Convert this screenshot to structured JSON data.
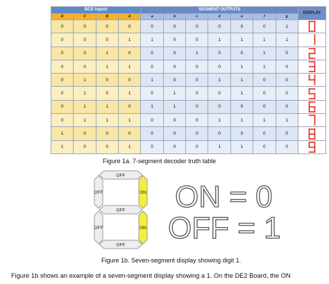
{
  "table": {
    "group_headers": {
      "bcd": "BCD inputs",
      "segments": "SEGMENT OUTPUTS",
      "display": "DISPLAY"
    },
    "input_columns": [
      "D",
      "C",
      "B",
      "A"
    ],
    "segment_columns": [
      "a",
      "b",
      "c",
      "d",
      "e",
      "f",
      "g"
    ],
    "rows": [
      {
        "inputs": [
          "0",
          "0",
          "0",
          "0"
        ],
        "segments": [
          "0",
          "0",
          "0",
          "0",
          "0",
          "0",
          "1"
        ],
        "display": "0"
      },
      {
        "inputs": [
          "0",
          "0",
          "0",
          "1"
        ],
        "segments": [
          "1",
          "0",
          "0",
          "1",
          "1",
          "1",
          "1"
        ],
        "display": "1"
      },
      {
        "inputs": [
          "0",
          "0",
          "1",
          "0"
        ],
        "segments": [
          "0",
          "0",
          "1",
          "0",
          "0",
          "1",
          "0"
        ],
        "display": "2"
      },
      {
        "inputs": [
          "0",
          "0",
          "1",
          "1"
        ],
        "segments": [
          "0",
          "0",
          "0",
          "0",
          "1",
          "1",
          "0"
        ],
        "display": "3"
      },
      {
        "inputs": [
          "0",
          "1",
          "0",
          "0"
        ],
        "segments": [
          "1",
          "0",
          "0",
          "1",
          "1",
          "0",
          "0"
        ],
        "display": "4"
      },
      {
        "inputs": [
          "0",
          "1",
          "0",
          "1"
        ],
        "segments": [
          "0",
          "1",
          "0",
          "0",
          "1",
          "0",
          "0"
        ],
        "display": "5"
      },
      {
        "inputs": [
          "0",
          "1",
          "1",
          "0"
        ],
        "segments": [
          "1",
          "1",
          "0",
          "0",
          "0",
          "0",
          "0"
        ],
        "display": "6"
      },
      {
        "inputs": [
          "0",
          "1",
          "1",
          "1"
        ],
        "segments": [
          "0",
          "0",
          "0",
          "1",
          "1",
          "1",
          "1"
        ],
        "display": "7"
      },
      {
        "inputs": [
          "1",
          "0",
          "0",
          "0"
        ],
        "segments": [
          "0",
          "0",
          "0",
          "0",
          "0",
          "0",
          "0"
        ],
        "display": "8"
      },
      {
        "inputs": [
          "1",
          "0",
          "0",
          "1"
        ],
        "segments": [
          "0",
          "0",
          "0",
          "1",
          "1",
          "0",
          "0"
        ],
        "display": "9"
      }
    ],
    "display_color": "#e8281e"
  },
  "figure_1a_caption": "Figure 1a. 7-segment decoder truth table",
  "seven_segment": {
    "labels": {
      "a": "OFF",
      "b": "ON",
      "c": "ON",
      "d": "OFF",
      "e": "OFF",
      "f": "OFF",
      "g": "OFF"
    },
    "on_color": "#f4ef3c",
    "off_color": "#eeeeee"
  },
  "legend": {
    "on_text": "ON = 0",
    "off_text": "OFF = 1"
  },
  "figure_1b_caption": "Figure 1b. Seven-segment display showing digit 1.",
  "body_text": "Figure 1b shows an example of a seven-segment display showing a 1. On the DE2 Board, the ON"
}
